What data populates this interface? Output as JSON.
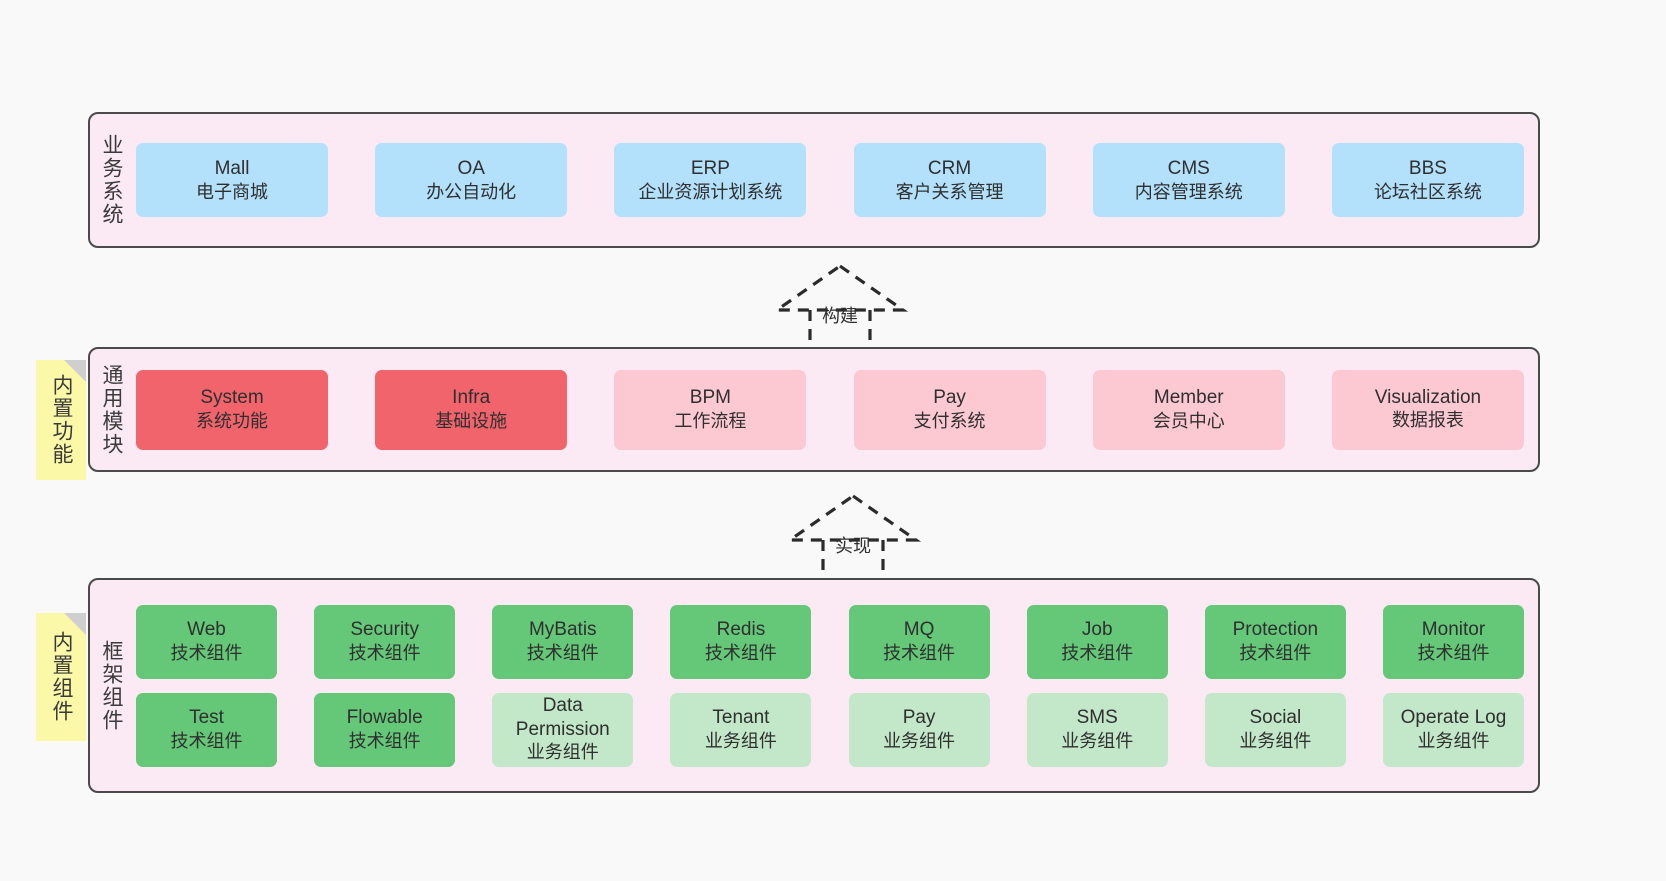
{
  "diagram": {
    "title": "ruoyi-vue-pro architecture layers",
    "colors": {
      "panel_bg": "#fbeaf4",
      "panel_border": "#4a4a4a",
      "blue": "#b3e0fb",
      "red_strong": "#f1646c",
      "red_light": "#fcc9d2",
      "green_strong": "#64c878",
      "green_light": "#c2e8c9",
      "note_yellow": "#fbf8a8",
      "background": "#f9f9f9"
    }
  },
  "layers": [
    {
      "id": "business-systems",
      "title": "业务系统",
      "rows": [
        [
          {
            "name": "Mall",
            "sub": "电子商城",
            "color": "blue"
          },
          {
            "name": "OA",
            "sub": "办公自动化",
            "color": "blue"
          },
          {
            "name": "ERP",
            "sub": "企业资源计划系统",
            "color": "blue"
          },
          {
            "name": "CRM",
            "sub": "客户关系管理",
            "color": "blue"
          },
          {
            "name": "CMS",
            "sub": "内容管理系统",
            "color": "blue"
          },
          {
            "name": "BBS",
            "sub": "论坛社区系统",
            "color": "blue"
          }
        ]
      ]
    },
    {
      "id": "common-modules",
      "title": "通用模块",
      "note": "内置功能",
      "rows": [
        [
          {
            "name": "System",
            "sub": "系统功能",
            "color": "red_strong"
          },
          {
            "name": "Infra",
            "sub": "基础设施",
            "color": "red_strong"
          },
          {
            "name": "BPM",
            "sub": "工作流程",
            "color": "red_light"
          },
          {
            "name": "Pay",
            "sub": "支付系统",
            "color": "red_light"
          },
          {
            "name": "Member",
            "sub": "会员中心",
            "color": "red_light"
          },
          {
            "name": "Visualization",
            "sub": "数据报表",
            "color": "red_light"
          }
        ]
      ]
    },
    {
      "id": "framework-components",
      "title": "框架组件",
      "note": "内置组件",
      "rows": [
        [
          {
            "name": "Web",
            "sub": "技术组件",
            "color": "green_strong"
          },
          {
            "name": "Security",
            "sub": "技术组件",
            "color": "green_strong"
          },
          {
            "name": "MyBatis",
            "sub": "技术组件",
            "color": "green_strong"
          },
          {
            "name": "Redis",
            "sub": "技术组件",
            "color": "green_strong"
          },
          {
            "name": "MQ",
            "sub": "技术组件",
            "color": "green_strong"
          },
          {
            "name": "Job",
            "sub": "技术组件",
            "color": "green_strong"
          },
          {
            "name": "Protection",
            "sub": "技术组件",
            "color": "green_strong"
          },
          {
            "name": "Monitor",
            "sub": "技术组件",
            "color": "green_strong"
          }
        ],
        [
          {
            "name": "Test",
            "sub": "技术组件",
            "color": "green_strong"
          },
          {
            "name": "Flowable",
            "sub": "技术组件",
            "color": "green_strong"
          },
          {
            "name": "Data Permission",
            "sub": "业务组件",
            "color": "green_light"
          },
          {
            "name": "Tenant",
            "sub": "业务组件",
            "color": "green_light"
          },
          {
            "name": "Pay",
            "sub": "业务组件",
            "color": "green_light"
          },
          {
            "name": "SMS",
            "sub": "业务组件",
            "color": "green_light"
          },
          {
            "name": "Social",
            "sub": "业务组件",
            "color": "green_light"
          },
          {
            "name": "Operate Log",
            "sub": "业务组件",
            "color": "green_light"
          }
        ]
      ]
    }
  ],
  "connectors": [
    {
      "id": "build",
      "label": "构建"
    },
    {
      "id": "implement",
      "label": "实现"
    }
  ]
}
